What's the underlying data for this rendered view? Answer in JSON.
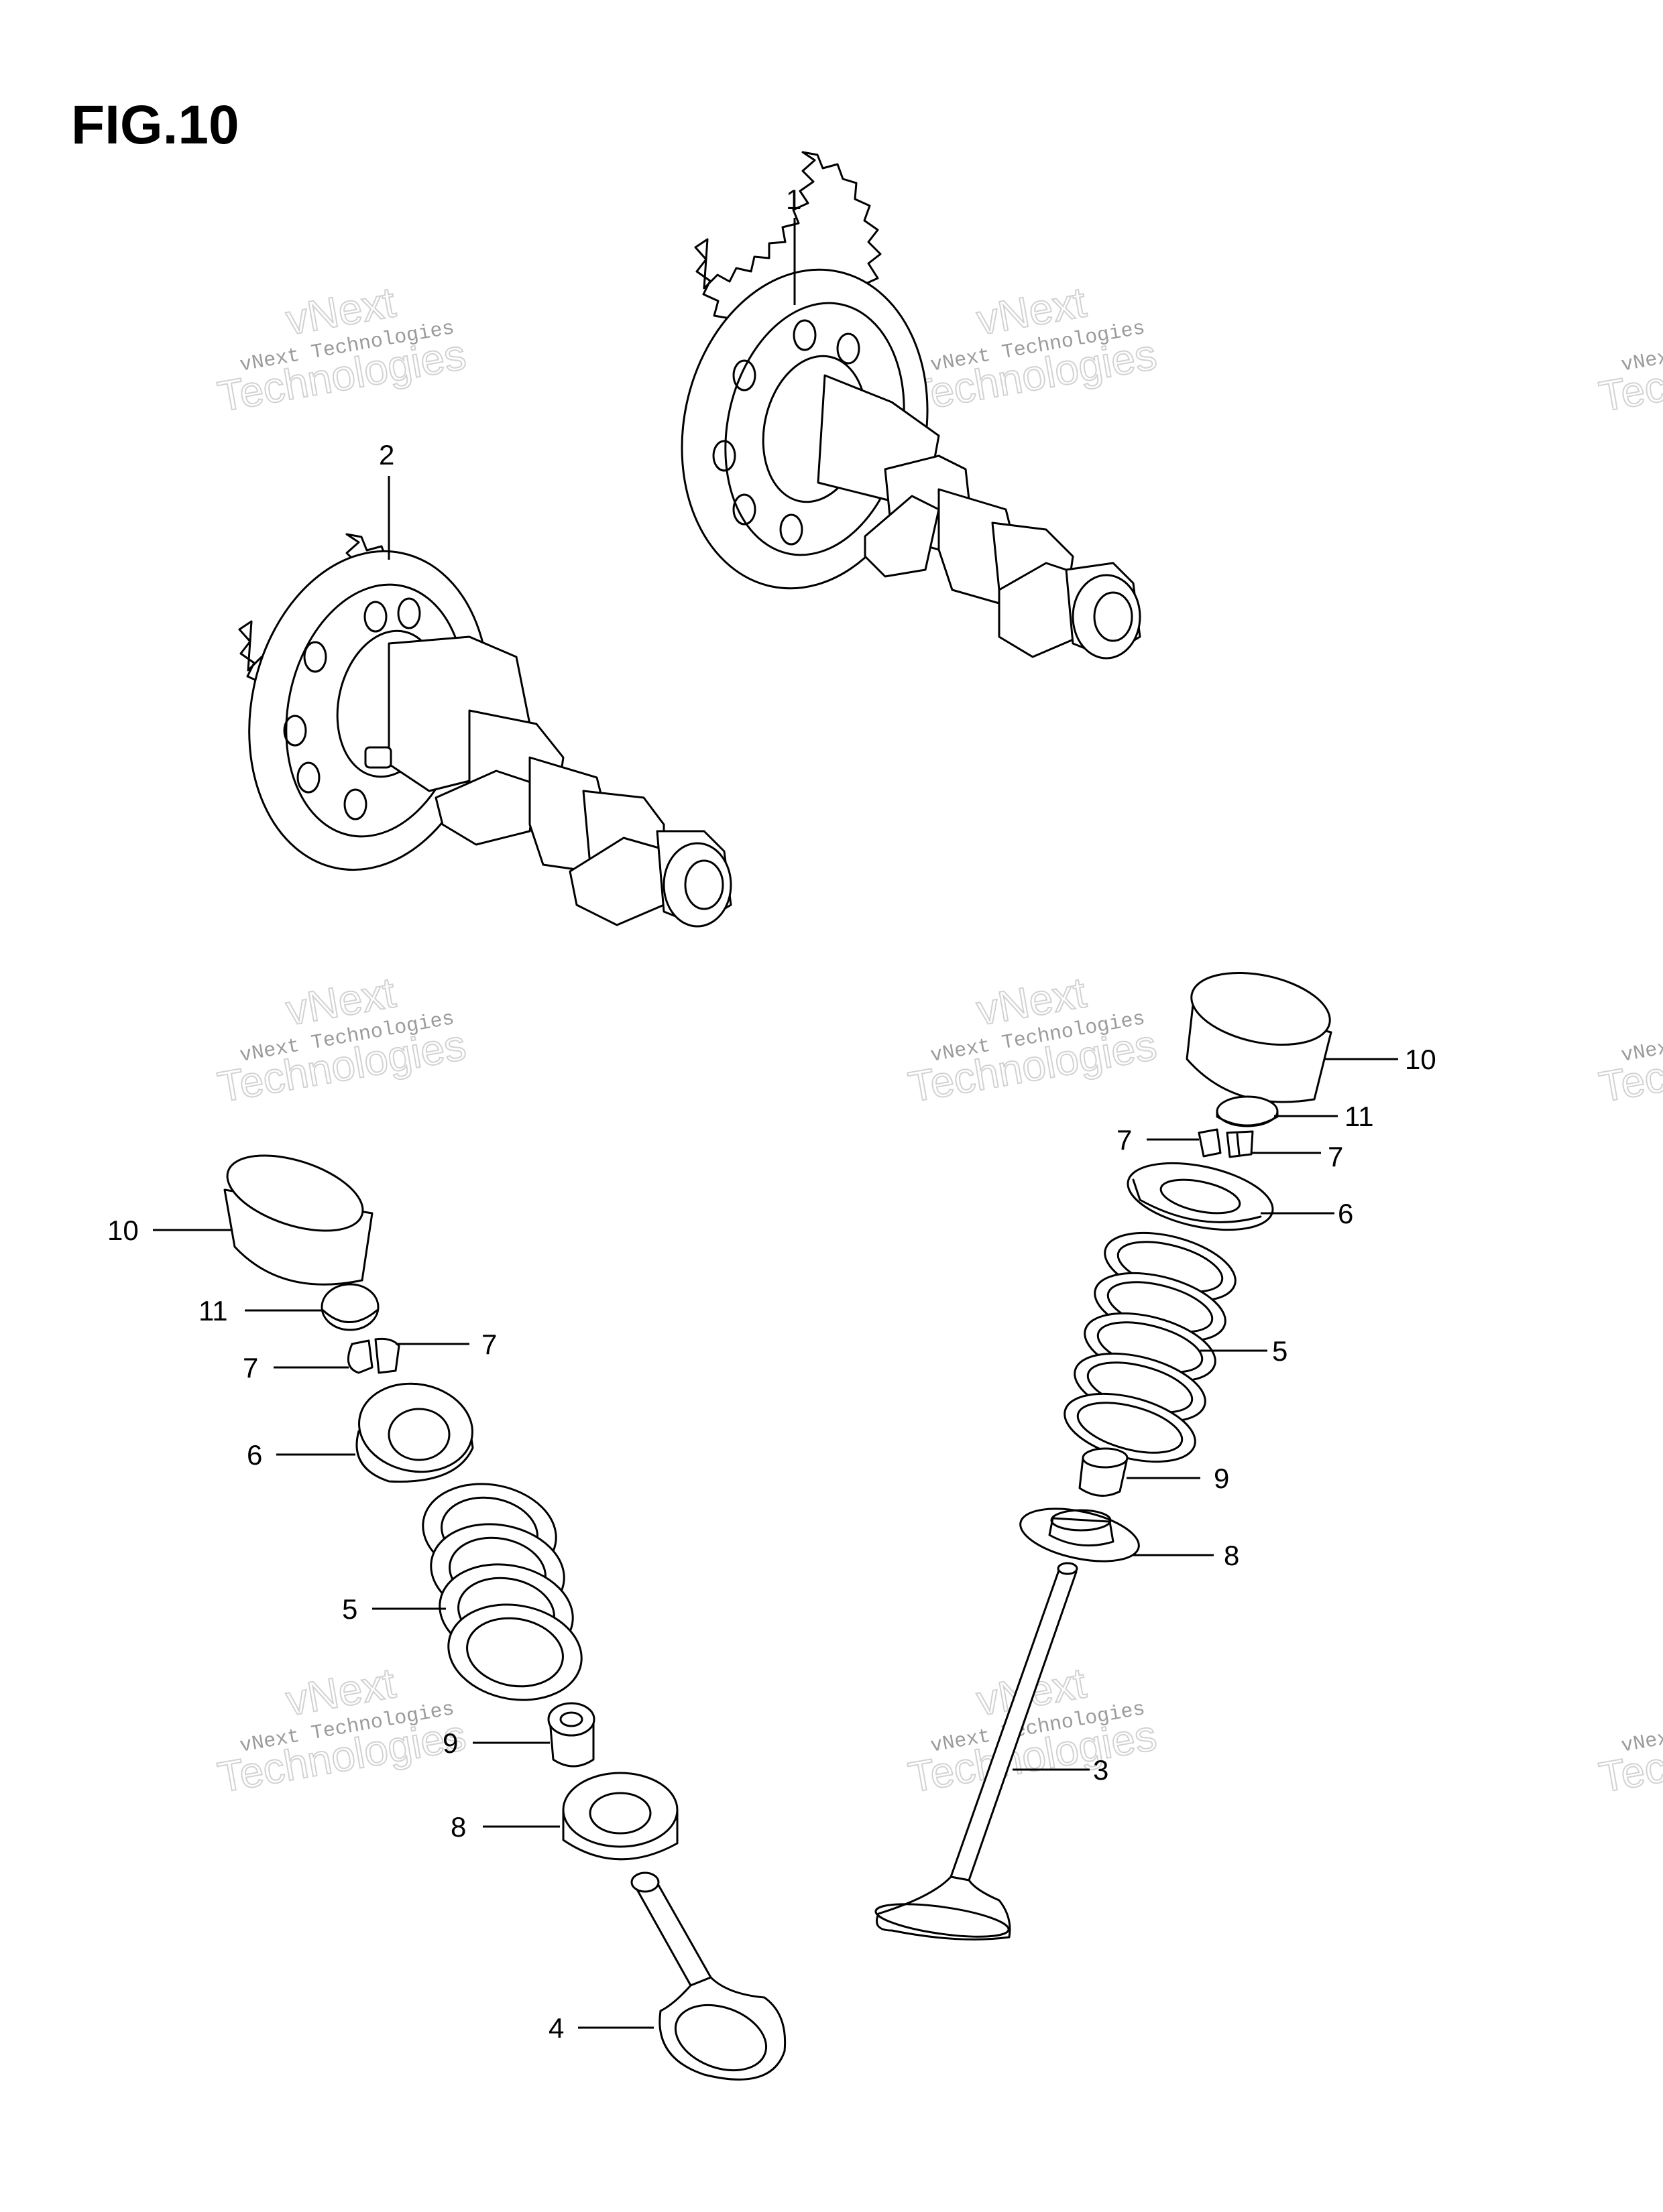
{
  "title": "FIG.10",
  "watermark": {
    "line1": "vNext",
    "line2": "vNext Technologies",
    "line3": "Technologies",
    "color": "#7a7a7a"
  },
  "callouts": [
    "1",
    "2",
    "3",
    "4",
    "5",
    "6",
    "7",
    "8",
    "9",
    "10",
    "11"
  ]
}
